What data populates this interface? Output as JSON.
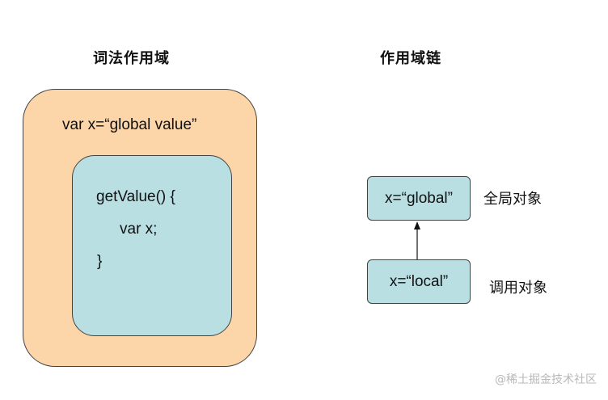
{
  "lexical_scope": {
    "title": "词法作用域",
    "global_code": "var x=“global value”",
    "function_lines": [
      "getValue()  {",
      "var x;",
      "}"
    ]
  },
  "scope_chain": {
    "title": "作用域链",
    "global_object": {
      "value": "x=“global”",
      "label": "全局对象"
    },
    "call_object": {
      "value": "x=“local”",
      "label": "调用对象"
    }
  },
  "watermark": "@稀土掘金技术社区",
  "colors": {
    "outer_scope": "#fcd5a8",
    "inner_scope": "#b9dfe3",
    "border": "#444444"
  }
}
